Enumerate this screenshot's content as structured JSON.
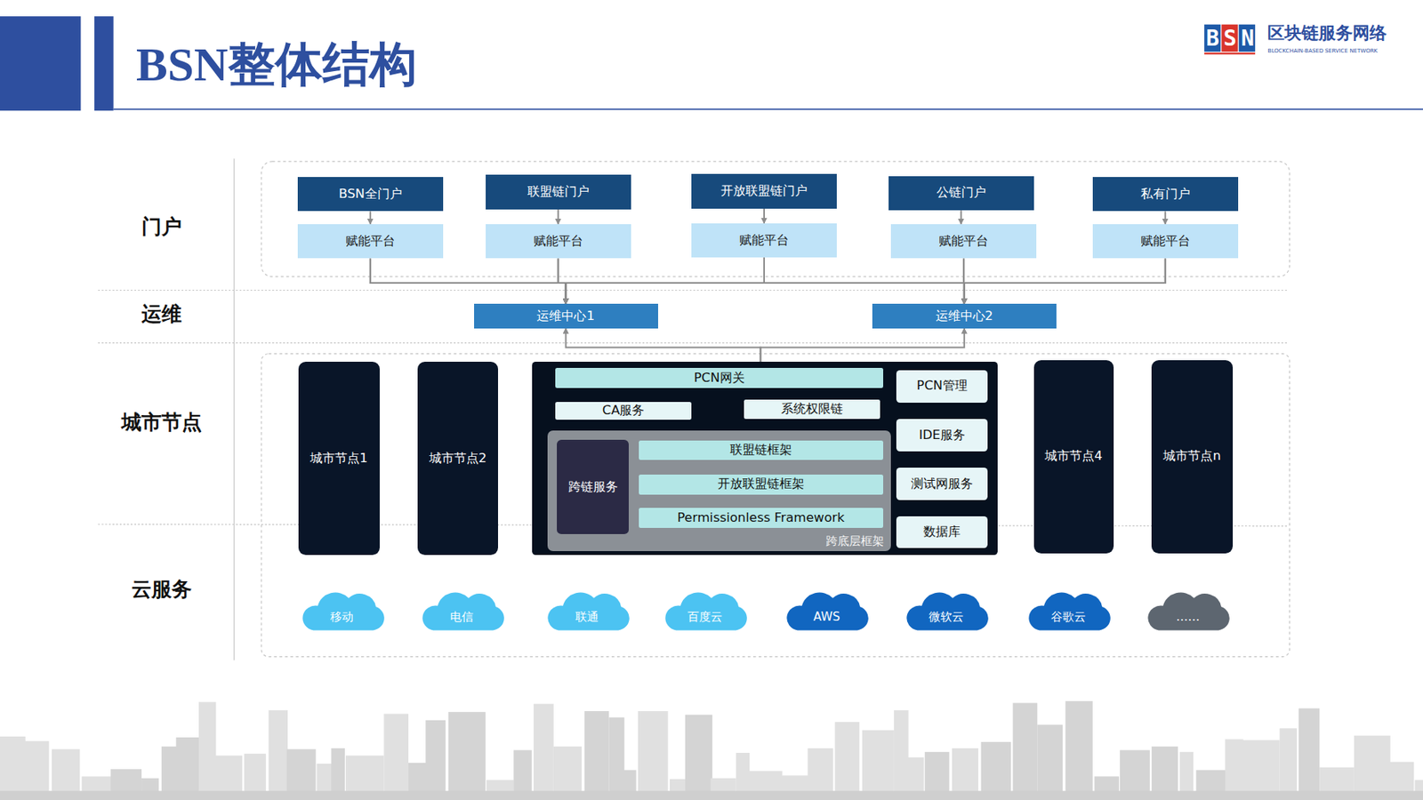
{
  "diagram": {
    "title": "BSN整体结构",
    "nodes": [
      {
        "text": [
          "BSN全门户"
        ]
      },
      {
        "text": [
          "赋能平台"
        ]
      },
      {
        "text": [
          "联盟链门户"
        ]
      },
      {
        "text": [
          "赋能平台"
        ]
      },
      {
        "text": [
          "开放联盟链门户"
        ]
      },
      {
        "text": [
          "赋能平台"
        ]
      },
      {
        "text": [
          "公链门户"
        ]
      },
      {
        "text": [
          "赋能平台"
        ]
      },
      {
        "text": [
          "私有门户"
        ]
      },
      {
        "text": [
          "赋能平台"
        ]
      },
      {
        "text": [
          "运维中心1"
        ]
      },
      {
        "text": [
          "运维中心2"
        ]
      },
      {
        "text": [
          "城市节点1"
        ]
      },
      {
        "text": [
          "城市节点2"
        ]
      },
      {
        "text": []
      },
      {
        "text": [
          "PCN网关"
        ],
        "in": 14
      },
      {
        "text": [
          "CA服务"
        ],
        "in": 14
      },
      {
        "text": [
          "系统权限链"
        ],
        "in": 14
      },
      {
        "text": [
          "跨底层框架"
        ],
        "in": 14
      },
      {
        "text": [
          "跨链服务"
        ],
        "in": 18
      },
      {
        "text": [
          "联盟链框架"
        ],
        "in": 18
      },
      {
        "text": [
          "开放联盟链框架"
        ],
        "in": 18
      },
      {
        "text": [
          "Permissionless Framework"
        ],
        "in": 18
      },
      {
        "text": [
          "PCN管理"
        ],
        "in": 14
      },
      {
        "text": [
          "IDE服务"
        ],
        "in": 14
      },
      {
        "text": [
          "测试网服务"
        ],
        "in": 14
      },
      {
        "text": [
          "数据库"
        ],
        "in": 14
      },
      {
        "text": [
          "城市节点4"
        ]
      },
      {
        "text": [
          "城市节点n"
        ]
      },
      {
        "text": [
          "移动"
        ]
      },
      {
        "text": [
          "电信"
        ]
      },
      {
        "text": [
          "联通"
        ]
      },
      {
        "text": [
          "百度云"
        ]
      },
      {
        "text": [
          "AWS"
        ]
      },
      {
        "text": [
          "微软云"
        ]
      },
      {
        "text": [
          "谷歌云"
        ]
      },
      {
        "text": [
          "……"
        ]
      }
    ],
    "edges": [
      {
        "from": 0,
        "to": 1,
        "arrow": "to"
      },
      {
        "from": 2,
        "to": 3,
        "arrow": "to"
      },
      {
        "from": 4,
        "to": 5,
        "arrow": "to"
      },
      {
        "from": 6,
        "to": 7,
        "arrow": "to"
      },
      {
        "from": 8,
        "to": 9,
        "arrow": "to"
      },
      {
        "from": 1,
        "to": 10,
        "arrow": "to"
      },
      {
        "from": 1,
        "to": 11,
        "arrow": "to"
      },
      {
        "from": 3,
        "to": 10,
        "arrow": "to"
      },
      {
        "from": 3,
        "to": 11,
        "arrow": "to"
      },
      {
        "from": 5,
        "to": 10,
        "arrow": "to"
      },
      {
        "from": 5,
        "to": 11,
        "arrow": "to"
      },
      {
        "from": 7,
        "to": 10,
        "arrow": "to"
      },
      {
        "from": 7,
        "to": 11,
        "arrow": "to"
      },
      {
        "from": 9,
        "to": 10,
        "arrow": "to"
      },
      {
        "from": 9,
        "to": 11,
        "arrow": "to"
      },
      {
        "from": 14,
        "to": 10,
        "arrow": "to"
      },
      {
        "from": 14,
        "to": 11,
        "arrow": "to"
      },
      {
        "from": 15,
        "to": 16,
        "arrow": "to"
      },
      {
        "from": 15,
        "to": 17,
        "arrow": "to"
      },
      {
        "from": 15,
        "to": 18,
        "arrow": "to"
      }
    ],
    "labels": [
      "BSN",
      "区块链服务网络",
      "BLOCKCHAIN-BASED SERVICE NETWORK",
      "门户",
      "运维",
      "城市节点",
      "云服务"
    ]
  }
}
